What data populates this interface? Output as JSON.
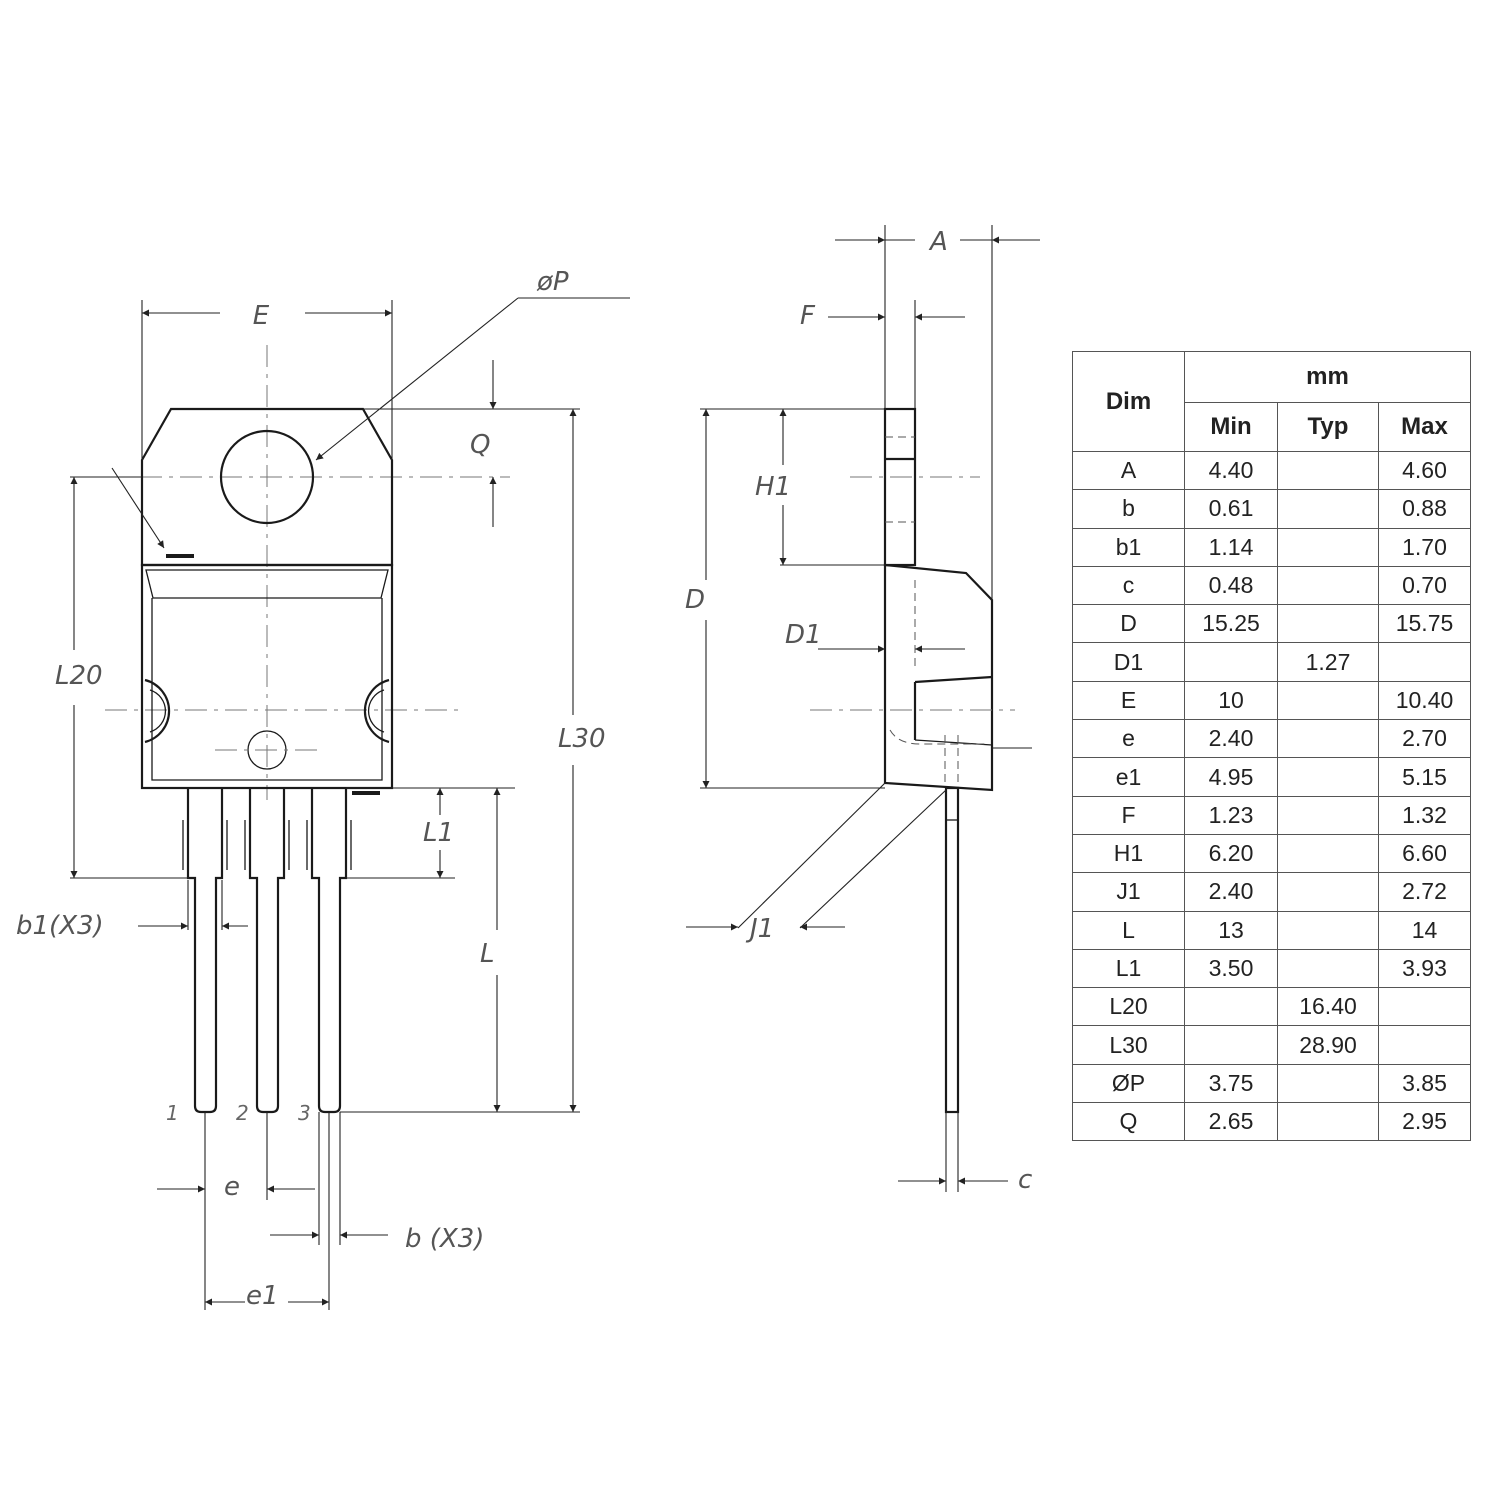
{
  "drawing": {
    "front_labels": {
      "E": "E",
      "P": "øP",
      "Q": "Q",
      "L20": "L20",
      "L30": "L30",
      "L1": "L1",
      "L": "L",
      "b1": "b1(X3)",
      "e": "e",
      "b": "b  (X3)",
      "e1": "e1"
    },
    "pins": [
      "1",
      "2",
      "3"
    ],
    "side_labels": {
      "A": "A",
      "F": "F",
      "H1": "H1",
      "D": "D",
      "D1": "D1",
      "J1": "J1",
      "c": "c"
    }
  },
  "table": {
    "dim_header": "Dim",
    "unit_header": "mm",
    "col_headers": [
      "Min",
      "Typ",
      "Max"
    ],
    "rows": [
      {
        "dim": "A",
        "min": "4.40",
        "typ": "",
        "max": "4.60"
      },
      {
        "dim": "b",
        "min": "0.61",
        "typ": "",
        "max": "0.88"
      },
      {
        "dim": "b1",
        "min": "1.14",
        "typ": "",
        "max": "1.70"
      },
      {
        "dim": "c",
        "min": "0.48",
        "typ": "",
        "max": "0.70"
      },
      {
        "dim": "D",
        "min": "15.25",
        "typ": "",
        "max": "15.75"
      },
      {
        "dim": "D1",
        "min": "",
        "typ": "1.27",
        "max": ""
      },
      {
        "dim": "E",
        "min": "10",
        "typ": "",
        "max": "10.40"
      },
      {
        "dim": "e",
        "min": "2.40",
        "typ": "",
        "max": "2.70"
      },
      {
        "dim": "e1",
        "min": "4.95",
        "typ": "",
        "max": "5.15"
      },
      {
        "dim": "F",
        "min": "1.23",
        "typ": "",
        "max": "1.32"
      },
      {
        "dim": "H1",
        "min": "6.20",
        "typ": "",
        "max": "6.60"
      },
      {
        "dim": "J1",
        "min": "2.40",
        "typ": "",
        "max": "2.72"
      },
      {
        "dim": "L",
        "min": "13",
        "typ": "",
        "max": "14"
      },
      {
        "dim": "L1",
        "min": "3.50",
        "typ": "",
        "max": "3.93"
      },
      {
        "dim": "L20",
        "min": "",
        "typ": "16.40",
        "max": ""
      },
      {
        "dim": "L30",
        "min": "",
        "typ": "28.90",
        "max": ""
      },
      {
        "dim": "ØP",
        "min": "3.75",
        "typ": "",
        "max": "3.85"
      },
      {
        "dim": "Q",
        "min": "2.65",
        "typ": "",
        "max": "2.95"
      }
    ]
  }
}
